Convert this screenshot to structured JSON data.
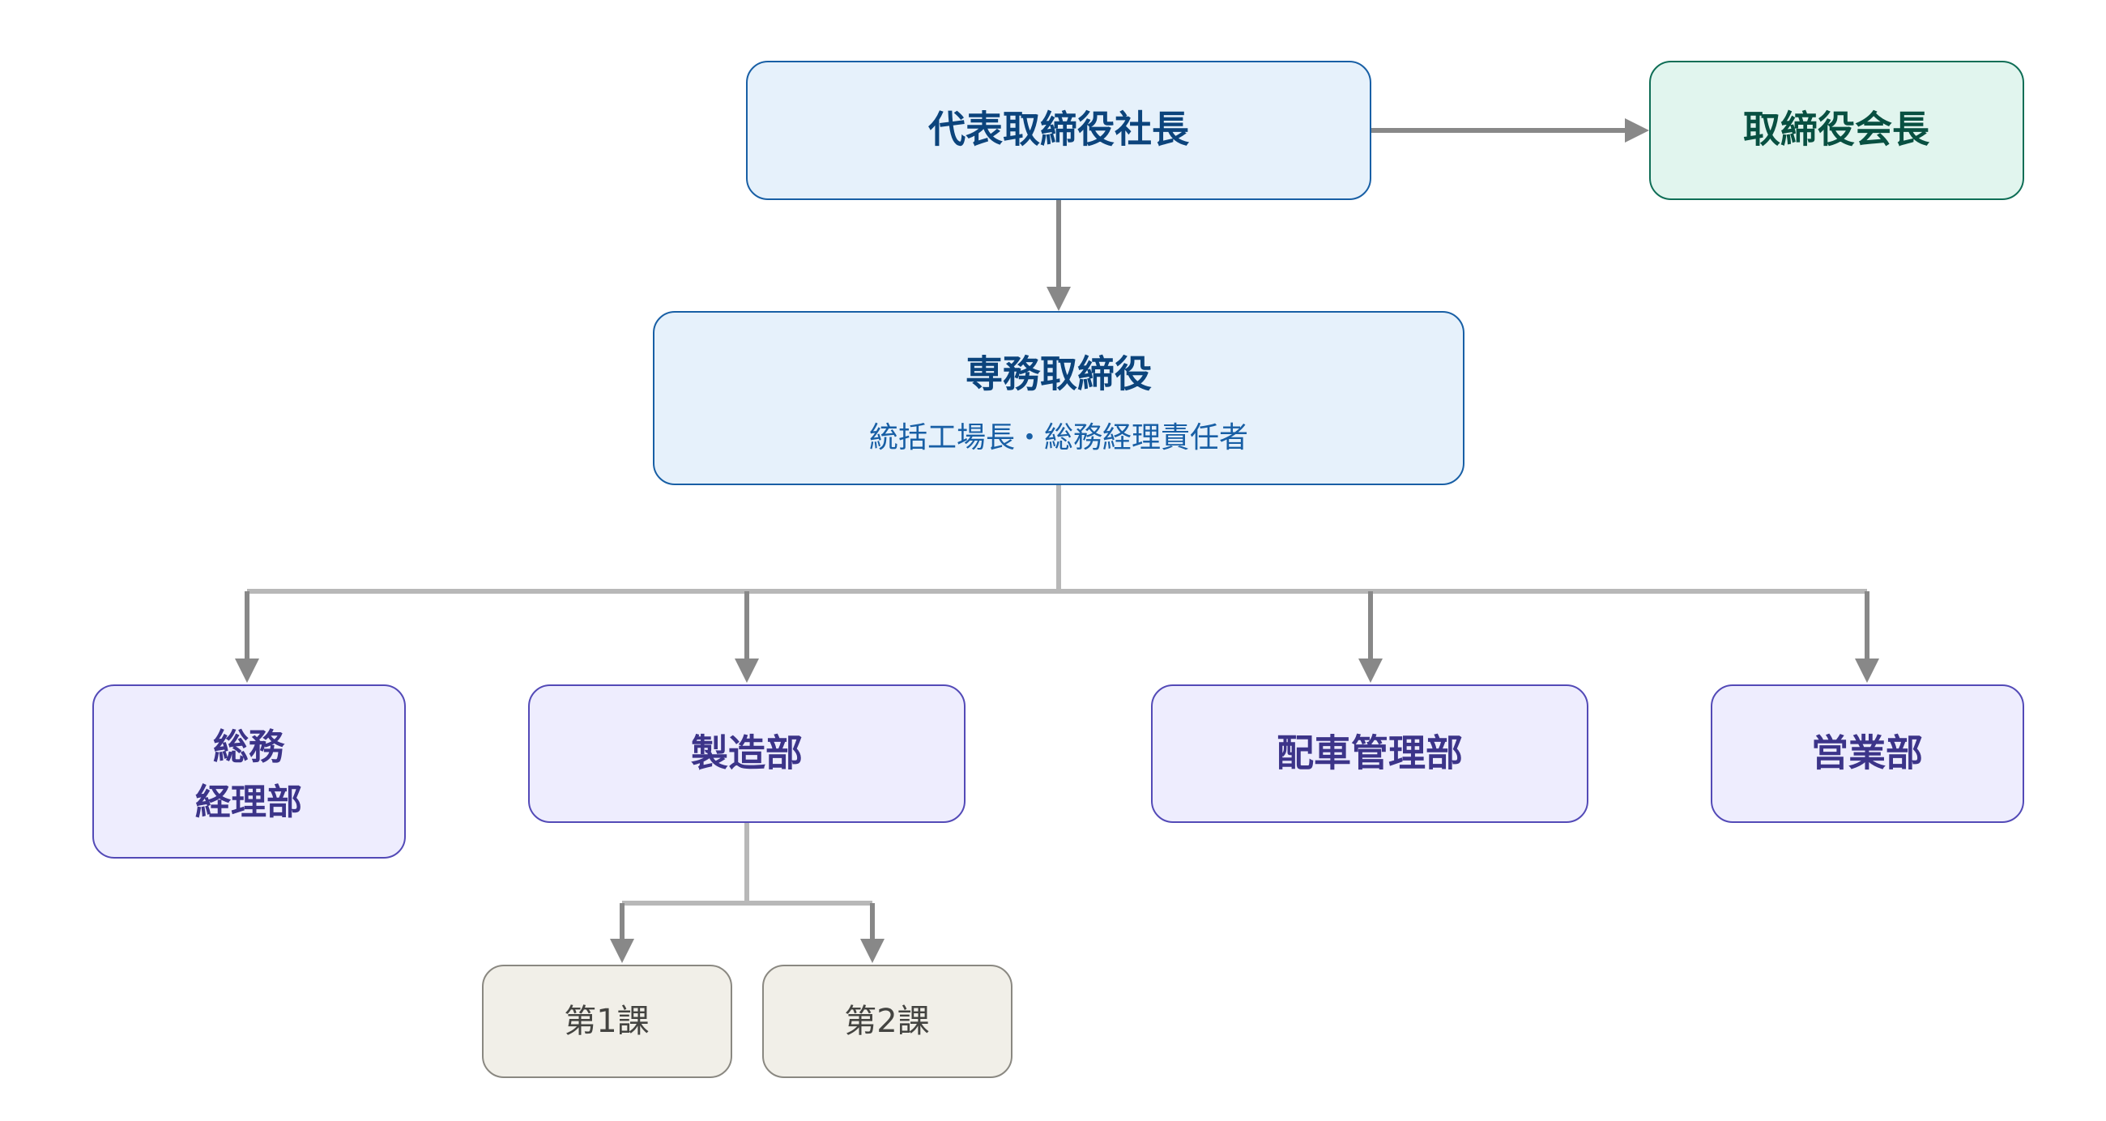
{
  "colors": {
    "blue_fill": "#E6F1FB",
    "blue_stroke": "#185FA5",
    "blue_text": "#0C447C",
    "green_fill": "#E1F5EE",
    "green_stroke": "#0F6E56",
    "green_text": "#085041",
    "purple_fill": "#EEEDFE",
    "purple_stroke": "#534AB7",
    "purple_text": "#3C3489",
    "gray_fill": "#F1EFE8",
    "gray_stroke": "#8A8881",
    "gray_text": "#444441",
    "arrow": "#888888",
    "connector": "#B8B8B8"
  },
  "nodes": {
    "president": {
      "title": "代表取締役社長"
    },
    "chairman": {
      "title": "取締役会長"
    },
    "senior_director": {
      "title": "専務取締役",
      "subtitle": "統括工場長・総務経理責任者"
    },
    "general_affairs": {
      "line1": "総務",
      "line2": "経理部"
    },
    "manufacturing": {
      "title": "製造部"
    },
    "dispatch": {
      "title": "配車管理部"
    },
    "sales": {
      "title": "営業部"
    },
    "section1": {
      "title": "第1課"
    },
    "section2": {
      "title": "第2課"
    }
  }
}
